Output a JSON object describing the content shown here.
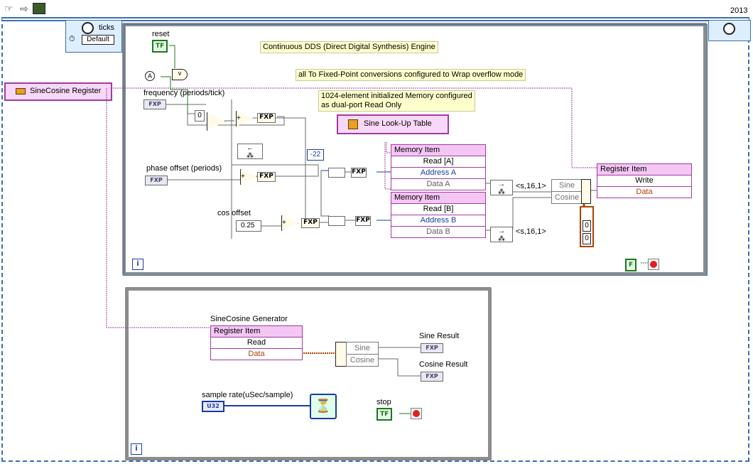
{
  "toolbar": {
    "year_badge": "2013"
  },
  "timed_loop": {
    "source_label": "ticks",
    "source_default": "Default"
  },
  "register_control": {
    "label": "SineCosine Register"
  },
  "top_loop": {
    "comment_title": "Continuous DDS (Direct Digital Synthesis) Engine",
    "comment_wrap": "all To Fixed-Point conversions configured to Wrap overflow mode",
    "comment_memory_line1": "1024-element initialized Memory configured",
    "comment_memory_line2": "as dual-port Read Only",
    "reset_label": "reset",
    "reset_value": "TF",
    "frequency_label": "frequency (periods/tick)",
    "phase_label": "phase offset (periods)",
    "cos_label": "cos offset",
    "cos_value": "0.25",
    "zero_const": "0",
    "neg22": "-22",
    "fxp_tag": "FXP",
    "lut_label": "Sine Look-Up Table",
    "mem_a": {
      "title": "Memory Item",
      "method": "Read [A]",
      "addr": "Address A",
      "data": "Data A"
    },
    "mem_b": {
      "title": "Memory Item",
      "method": "Read [B]",
      "addr": "Address B",
      "data": "Data B"
    },
    "fmt_a": "<s,16,1>",
    "fmt_b": "<s,16,1>",
    "unbundle_sine": "Sine",
    "unbundle_cos": "Cosine",
    "reg_write": {
      "title": "Register Item",
      "method": "Write",
      "data": "Data"
    },
    "num0a": "0",
    "num0b": "0",
    "stop_const": "F",
    "iter": "i"
  },
  "bottom_loop": {
    "generator_label": "SineCosine Generator",
    "reg_read": {
      "title": "Register Item",
      "method": "Read",
      "data": "Data"
    },
    "unbundle_sine": "Sine",
    "unbundle_cos": "Cosine",
    "sine_result": "Sine Result",
    "cos_result": "Cosine Result",
    "fxp_tag": "FXP",
    "sample_label": "sample rate(uSec/sample)",
    "u32_tag": "U32",
    "stop_label": "stop",
    "stop_value": "TF",
    "iter": "i"
  }
}
